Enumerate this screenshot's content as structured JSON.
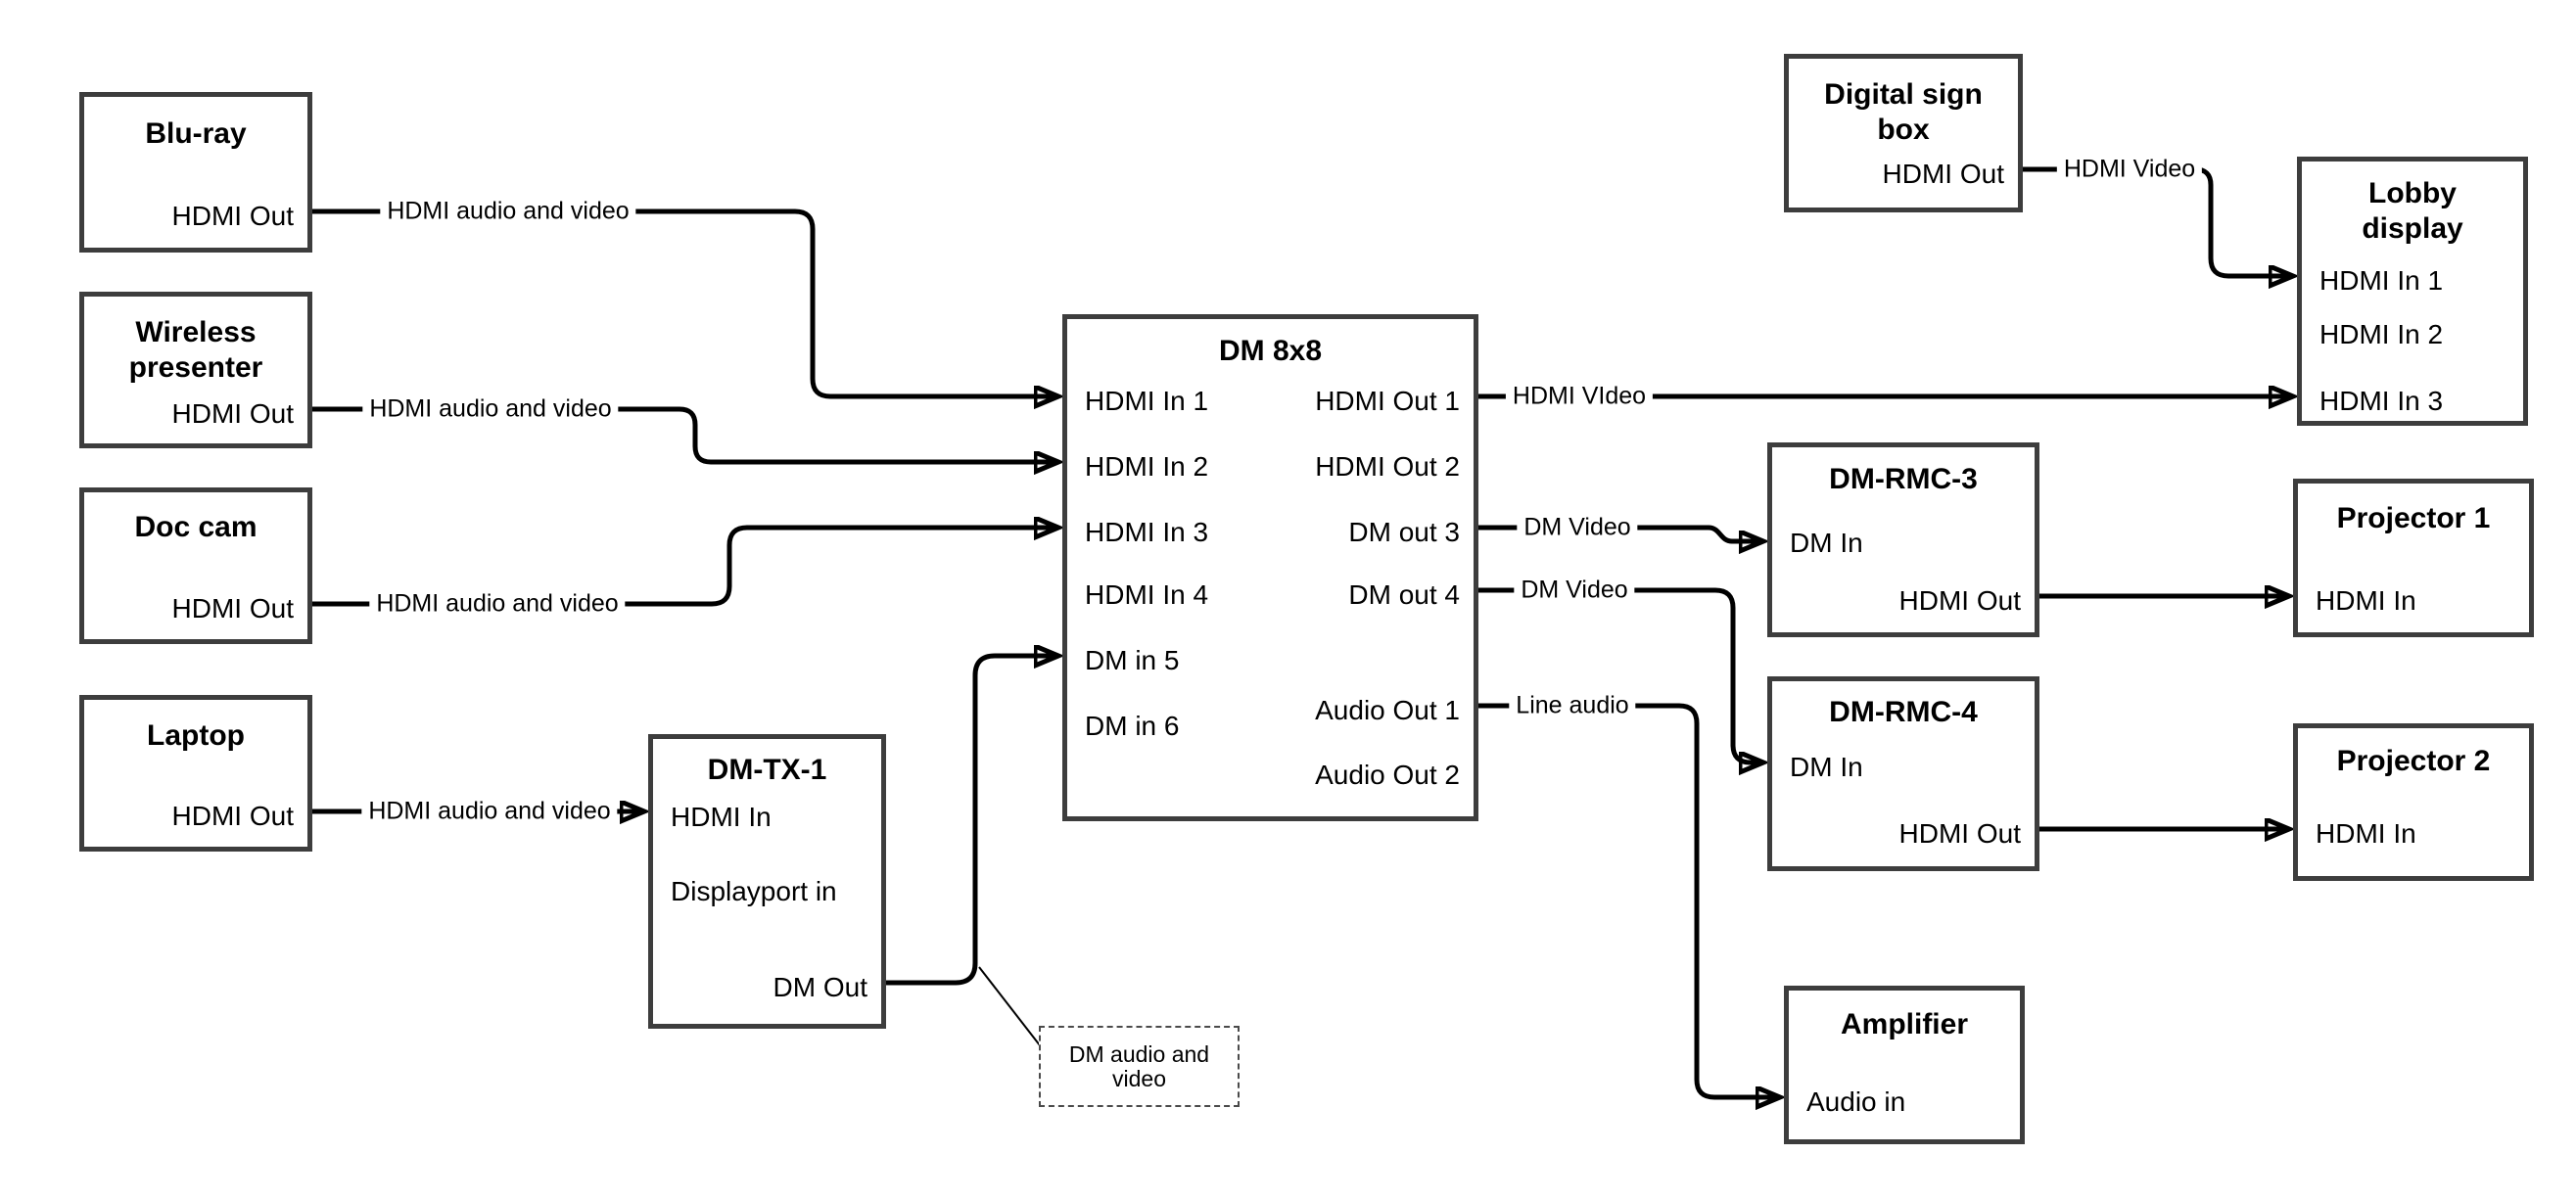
{
  "colors": {
    "background": "#ffffff",
    "wire": "#000000",
    "box_border": "#3d3d3d",
    "text": "#000000"
  },
  "nodes": {
    "bluray": {
      "title": "Blu-ray",
      "ports": {
        "hdmi_out": "HDMI Out"
      }
    },
    "wireless_presenter": {
      "title_lines": [
        "Wireless",
        "presenter"
      ],
      "ports": {
        "hdmi_out": "HDMI Out"
      }
    },
    "doc_cam": {
      "title": "Doc cam",
      "ports": {
        "hdmi_out": "HDMI Out"
      }
    },
    "laptop": {
      "title": "Laptop",
      "ports": {
        "hdmi_out": "HDMI Out"
      }
    },
    "dm_tx_1": {
      "title": "DM-TX-1",
      "ports": {
        "hdmi_in": "HDMI In",
        "displayport_in": "Displayport in",
        "dm_out": "DM Out"
      }
    },
    "dm_8x8": {
      "title": "DM 8x8",
      "ports_left": [
        "HDMI In 1",
        "HDMI In 2",
        "HDMI In 3",
        "HDMI In 4",
        "DM in 5",
        "DM in 6"
      ],
      "ports_right": [
        "HDMI Out 1",
        "HDMI Out 2",
        "DM out 3",
        "DM out 4",
        "Audio Out 1",
        "Audio Out 2"
      ]
    },
    "digital_sign_box": {
      "title_lines": [
        "Digital sign",
        "box"
      ],
      "ports": {
        "hdmi_out": "HDMI Out"
      }
    },
    "lobby_display": {
      "title_lines": [
        "Lobby",
        "display"
      ],
      "ports": [
        "HDMI In 1",
        "HDMI In 2",
        "HDMI In 3"
      ]
    },
    "dm_rmc_3": {
      "title": "DM-RMC-3",
      "ports": {
        "dm_in": "DM In",
        "hdmi_out": "HDMI Out"
      }
    },
    "projector_1": {
      "title": "Projector 1",
      "ports": {
        "hdmi_in": "HDMI In"
      }
    },
    "dm_rmc_4": {
      "title": "DM-RMC-4",
      "ports": {
        "dm_in": "DM In",
        "hdmi_out": "HDMI Out"
      }
    },
    "projector_2": {
      "title": "Projector 2",
      "ports": {
        "hdmi_in": "HDMI In"
      }
    },
    "amplifier": {
      "title": "Amplifier",
      "ports": {
        "audio_in": "Audio in"
      }
    }
  },
  "wire_labels": {
    "bluray_to_dm8x8": "HDMI audio and video",
    "wireless_to_dm8x8": "HDMI audio and video",
    "doc_cam_to_dm8x8": "HDMI audio and video",
    "laptop_to_dmtx1": "HDMI audio and video",
    "digital_sign_to_lobby": "HDMI Video",
    "hdmi_out1_to_lobby": "HDMI VIdeo",
    "dm_out3_to_rmc3": "DM Video",
    "dm_out4_to_rmc4": "DM Video",
    "audio_out1_to_amp": "Line audio"
  },
  "callout": {
    "lines": [
      "DM audio and",
      "video"
    ]
  }
}
